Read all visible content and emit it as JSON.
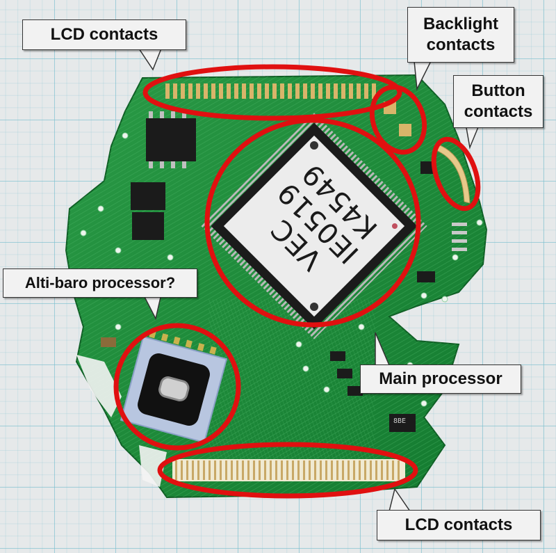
{
  "labels": {
    "lcd_top": "LCD contacts",
    "backlight": "Backlight\ncontacts",
    "button": "Button\ncontacts",
    "altibaro": "Alti-baro processor?",
    "main": "Main processor",
    "lcd_bottom": "LCD contacts"
  },
  "chip": {
    "line1": "VEC",
    "line2": "IE0519",
    "line3": "K4549"
  },
  "small_chip_marking": "8BE",
  "colors": {
    "pcb_green": "#1f8a3c",
    "highlight_red": "#e01010",
    "gold": "#d9b56a",
    "chip_black": "#1b1b1b"
  }
}
